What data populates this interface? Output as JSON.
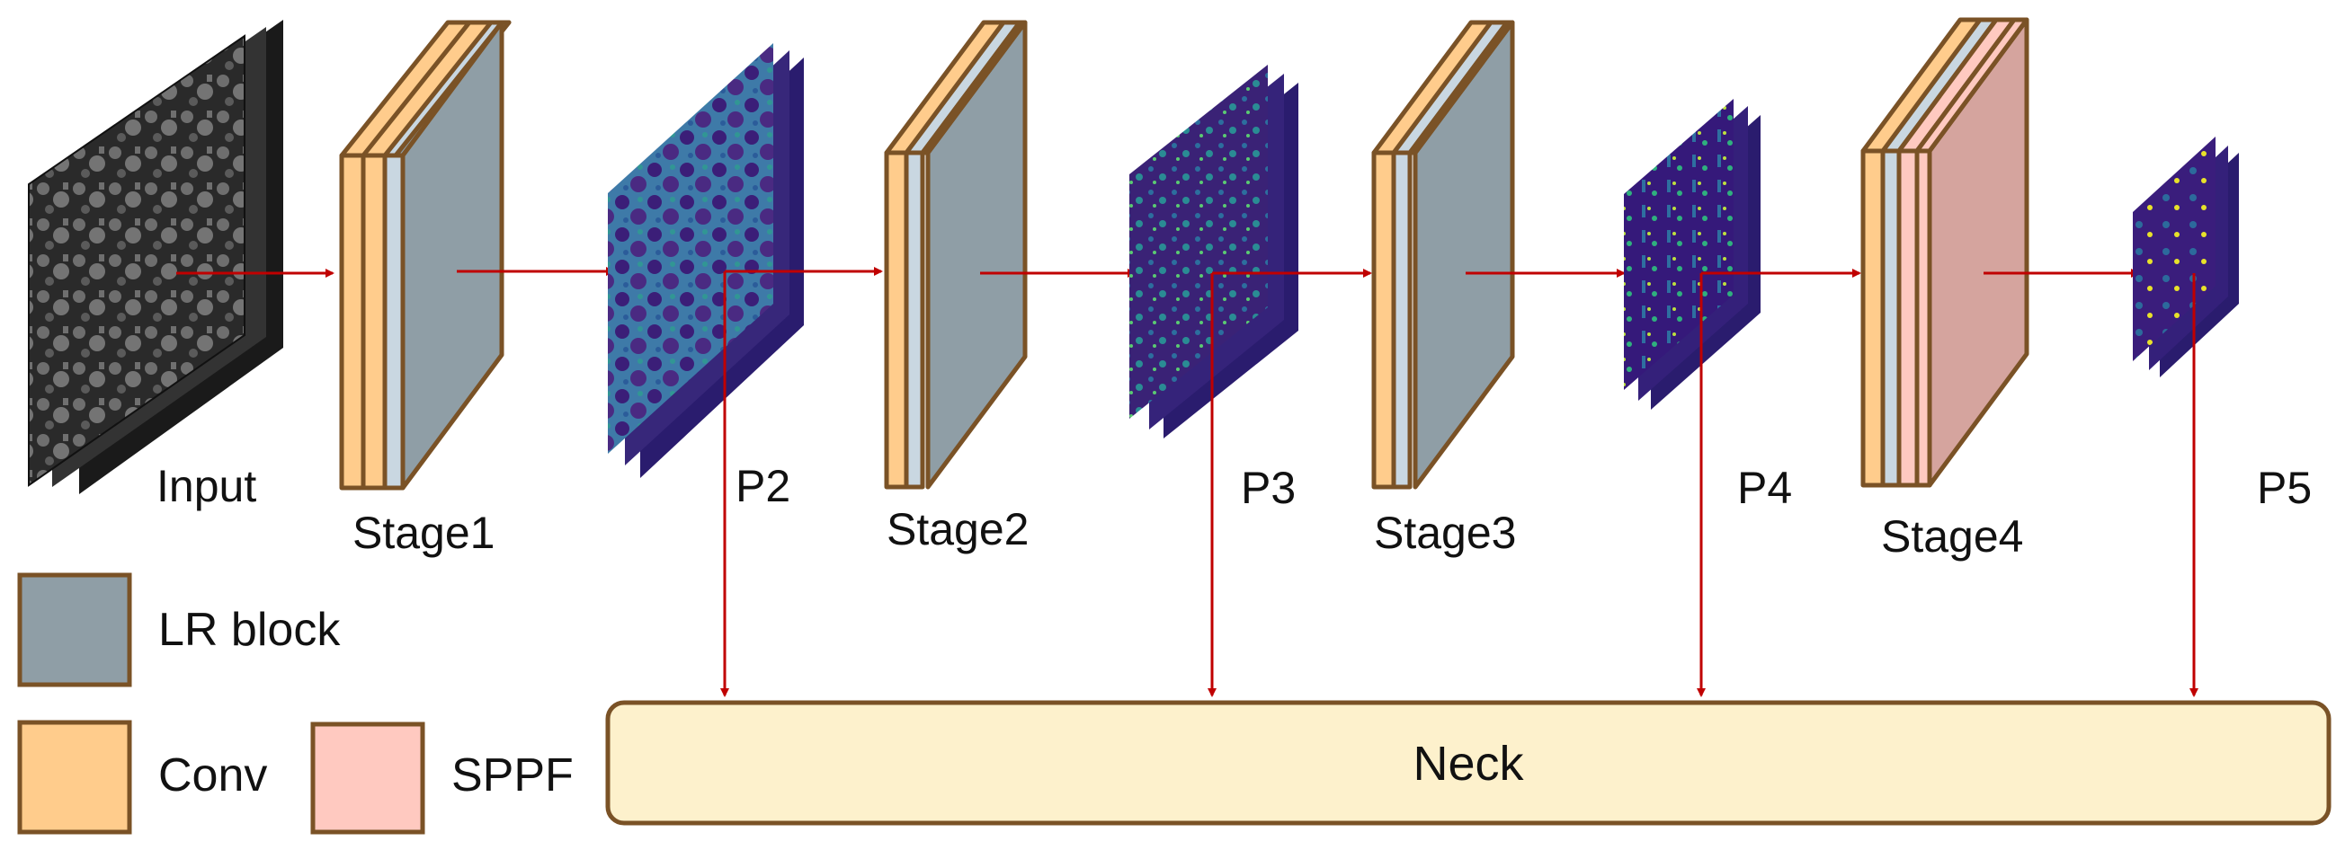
{
  "labels": {
    "input": "Input",
    "stage1": "Stage1",
    "stage2": "Stage2",
    "stage3": "Stage3",
    "stage4": "Stage4",
    "p2": "P2",
    "p3": "P3",
    "p4": "P4",
    "p5": "P5",
    "neck": "Neck"
  },
  "legend": {
    "lr_block": "LR block",
    "conv": "Conv",
    "sppf": "SPPF"
  },
  "colors": {
    "conv": "#FFCC8C",
    "lr_block": "#8F9EA6",
    "lr_side": "#C9D7E1",
    "sppf": "#FFC9C0",
    "sppf_main": "#D5A49E",
    "outline": "#7A5226",
    "arrow": "#C00000",
    "neck_fill": "#FDF1CC",
    "viridis_dark": "#3B1E78",
    "viridis_mid": "#3E78A8"
  },
  "icons": {
    "input_stack": "grayscale-image-stack-icon",
    "feature_maps": "feature-map-stack-icon"
  }
}
